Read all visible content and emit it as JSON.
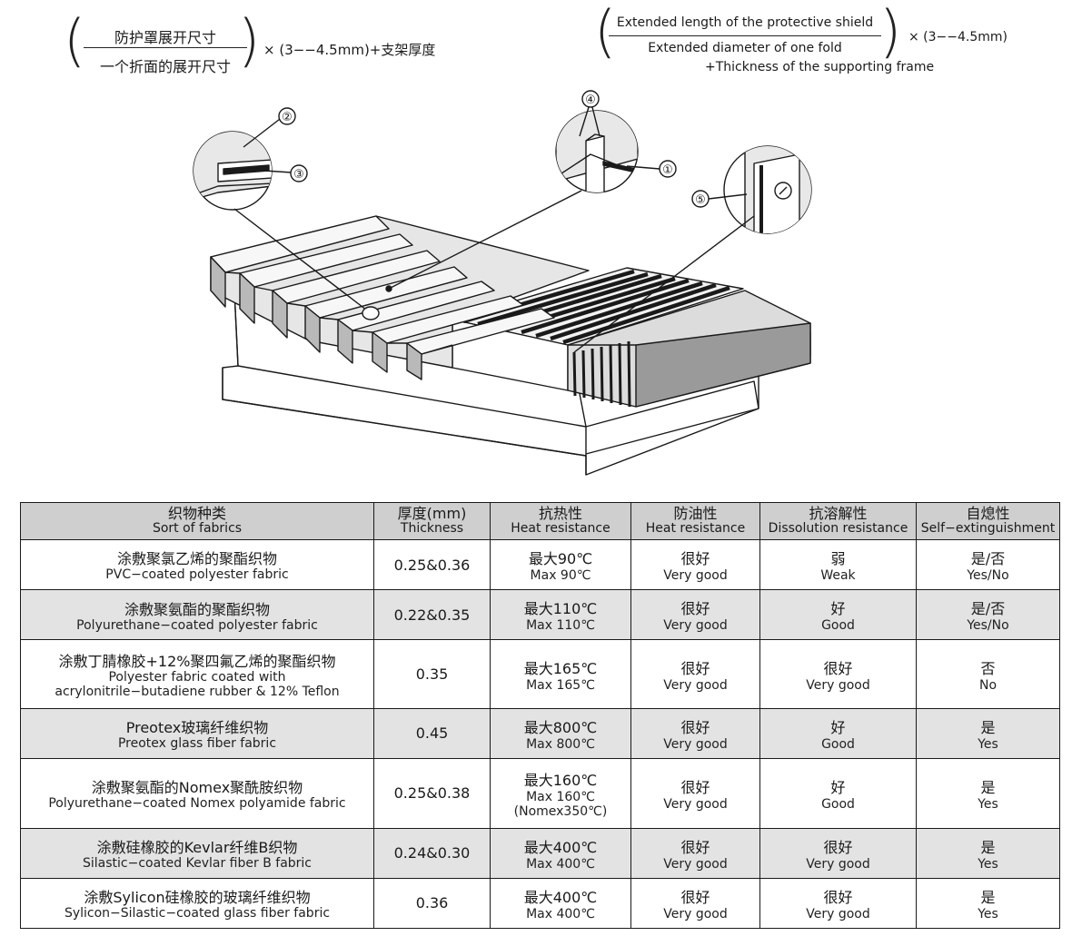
{
  "formula_zh": {
    "numerator": "防护罩展开尺寸",
    "denominator": "一个折面的展开尺寸",
    "multiplier": "× (3−−4.5mm)+支架厚度"
  },
  "formula_en": {
    "numerator": "Extended length of the protective shield",
    "denominator": "Extended diameter of one fold",
    "multiplier": "× (3−−4.5mm)",
    "suffix": "+Thickness of the supporting frame"
  },
  "callouts": [
    "①",
    "②",
    "③",
    "④",
    "⑤"
  ],
  "table": {
    "headers": [
      {
        "zh": "织物种类",
        "en": "Sort of fabrics"
      },
      {
        "zh": "厚度(mm)",
        "en": "Thickness"
      },
      {
        "zh": "抗热性",
        "en": "Heat resistance"
      },
      {
        "zh": "防油性",
        "en": "Heat resistance"
      },
      {
        "zh": "抗溶解性",
        "en": "Dissolution resistance"
      },
      {
        "zh": "自熄性",
        "en": "Self−extinguishment"
      }
    ],
    "rows": [
      {
        "name_zh": "涂敷聚氯乙烯的聚酯织物",
        "name_en": "PVC−coated polyester fabric",
        "thickness": "0.25&0.36",
        "heat_zh": "最大90℃",
        "heat_en": "Max 90℃",
        "heat_extra": "",
        "oil_zh": "很好",
        "oil_en": "Very good",
        "diss_zh": "弱",
        "diss_en": "Weak",
        "self_zh": "是/否",
        "self_en": "Yes/No"
      },
      {
        "name_zh": "涂敷聚氨酯的聚酯织物",
        "name_en": "Polyurethane−coated polyester fabric",
        "thickness": "0.22&0.35",
        "heat_zh": "最大110℃",
        "heat_en": "Max 110℃",
        "heat_extra": "",
        "oil_zh": "很好",
        "oil_en": "Very good",
        "diss_zh": "好",
        "diss_en": "Good",
        "self_zh": "是/否",
        "self_en": "Yes/No"
      },
      {
        "name_zh": "涂敷丁腈橡胶+12%聚四氟乙烯的聚酯织物",
        "name_en": "Polyester fabric coated with acrylonitrile−butadiene rubber & 12% Teflon",
        "thickness": "0.35",
        "heat_zh": "最大165℃",
        "heat_en": "Max 165℃",
        "heat_extra": "",
        "oil_zh": "很好",
        "oil_en": "Very good",
        "diss_zh": "很好",
        "diss_en": "Very good",
        "self_zh": "否",
        "self_en": "No"
      },
      {
        "name_zh": "Preotex玻璃纤维织物",
        "name_en": "Preotex glass fiber fabric",
        "thickness": "0.45",
        "heat_zh": "最大800℃",
        "heat_en": "Max 800℃",
        "heat_extra": "",
        "oil_zh": "很好",
        "oil_en": "Very good",
        "diss_zh": "好",
        "diss_en": "Good",
        "self_zh": "是",
        "self_en": "Yes"
      },
      {
        "name_zh": "涂敷聚氨酯的Nomex聚酰胺织物",
        "name_en": "Polyurethane−coated Nomex polyamide fabric",
        "thickness": "0.25&0.38",
        "heat_zh": "最大160℃",
        "heat_en": "Max 160℃",
        "heat_extra": "(Nomex350℃)",
        "oil_zh": "很好",
        "oil_en": "Very good",
        "diss_zh": "好",
        "diss_en": "Good",
        "self_zh": "是",
        "self_en": "Yes"
      },
      {
        "name_zh": "涂敷硅橡胶的Kevlar纤维B织物",
        "name_en": "Silastic−coated Kevlar fiber B fabric",
        "thickness": "0.24&0.30",
        "heat_zh": "最大400℃",
        "heat_en": "Max 400℃",
        "heat_extra": "",
        "oil_zh": "很好",
        "oil_en": "Very good",
        "diss_zh": "很好",
        "diss_en": "Very good",
        "self_zh": "是",
        "self_en": "Yes"
      },
      {
        "name_zh": "涂敷Sylicon硅橡胶的玻璃纤维织物",
        "name_en": "Sylicon−Silastic−coated glass fiber fabric",
        "thickness": "0.36",
        "heat_zh": "最大400℃",
        "heat_en": "Max 400℃",
        "heat_extra": "",
        "oil_zh": "很好",
        "oil_en": "Very good",
        "diss_zh": "很好",
        "diss_en": "Very good",
        "self_zh": "是",
        "self_en": "Yes"
      }
    ]
  }
}
